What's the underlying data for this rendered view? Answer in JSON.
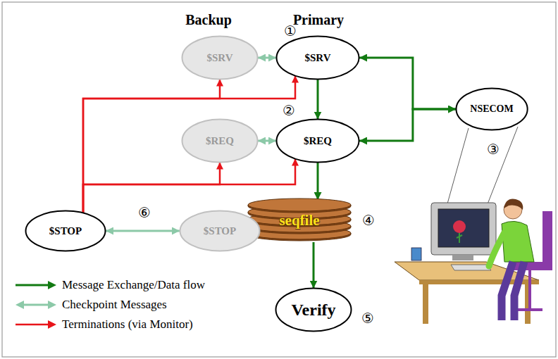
{
  "diagram": {
    "nodes": [
      {
        "text": [
          "$SRV"
        ]
      },
      {
        "text": [
          "$SRV"
        ]
      },
      {
        "text": [
          "NSECOM"
        ]
      },
      {
        "text": [
          "$REQ"
        ]
      },
      {
        "text": [
          "$REQ"
        ]
      },
      {
        "text": [
          "seqfile"
        ]
      },
      {
        "text": [
          "$STOP"
        ]
      },
      {
        "text": [
          "$STOP"
        ]
      },
      {
        "text": [
          "Verify"
        ]
      }
    ],
    "edges": [
      {
        "from": 0,
        "to": 1,
        "arrow": "both"
      },
      {
        "from": 1,
        "to": 4,
        "arrow": "to"
      },
      {
        "from": 2,
        "to": 1,
        "arrow": "both"
      },
      {
        "from": 2,
        "to": 4,
        "arrow": "both"
      },
      {
        "from": 3,
        "to": 4,
        "arrow": "both"
      },
      {
        "from": 4,
        "to": 5,
        "arrow": "to"
      },
      {
        "from": 5,
        "to": 8,
        "arrow": "to"
      },
      {
        "from": 6,
        "to": 0,
        "arrow": "to"
      },
      {
        "from": 6,
        "to": 1,
        "arrow": "to"
      },
      {
        "from": 6,
        "to": 3,
        "arrow": "to"
      },
      {
        "from": 6,
        "to": 4,
        "arrow": "to"
      },
      {
        "from": 6,
        "to": 7,
        "arrow": "both"
      }
    ],
    "labels": [
      "Backup",
      "Primary",
      "①",
      "②",
      "③",
      "④",
      "⑤",
      "⑥"
    ],
    "legend": [
      {
        "text": "Message Exchange/Data flow"
      },
      {
        "text": "Checkpoint Messages"
      },
      {
        "text": "Terminations (via Monitor)"
      }
    ]
  }
}
